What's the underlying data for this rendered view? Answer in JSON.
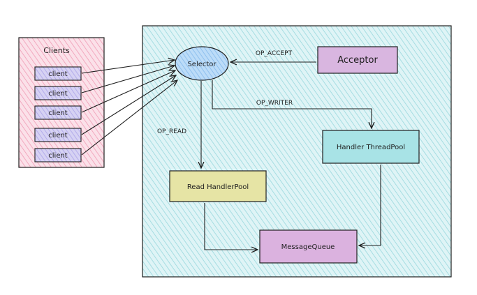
{
  "colors": {
    "clients_fill": "#f7c6d4",
    "client_fill": "#c8c3ef",
    "server_fill": "#bfe9ec",
    "selector_fill": "#a9d0f5",
    "acceptor_fill": "#d9b6e0",
    "read_pool_fill": "#e6e4a5",
    "handler_pool_fill": "#a8e3e6",
    "queue_fill": "#dbb2df",
    "stroke": "#1e1e1e"
  },
  "clients": {
    "title": "Clients",
    "items": [
      {
        "label": "client"
      },
      {
        "label": "client"
      },
      {
        "label": "client"
      },
      {
        "label": "client"
      },
      {
        "label": "client"
      }
    ]
  },
  "nodes": {
    "selector": "Selector",
    "acceptor": "Acceptor",
    "handler_pool": "Handler ThreadPool",
    "read_pool": "Read HandlerPool",
    "message_queue": "MessageQueue"
  },
  "edges": {
    "op_accept": "OP_ACCEPT",
    "op_writer": "OP_WRITER",
    "op_read": "OP_READ"
  }
}
